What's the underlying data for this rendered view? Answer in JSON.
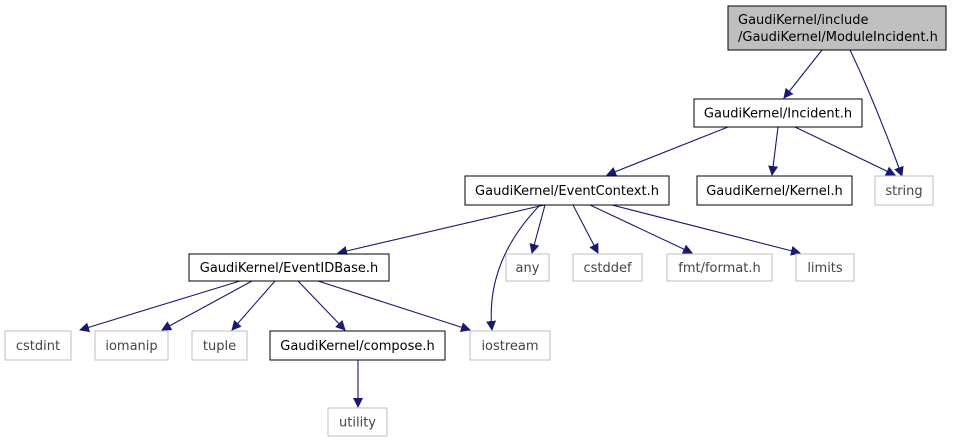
{
  "colors": {
    "edge": "#191970",
    "root_fill": "#bfbfbf",
    "local_border": "#000000",
    "system_border": "#bfbfbf",
    "background": "#ffffff"
  },
  "nodes": [
    {
      "id": "module_incident",
      "lines": [
        "GaudiKernel/include",
        "/GaudiKernel/ModuleIncident.h"
      ],
      "kind": "root"
    },
    {
      "id": "incident_h",
      "lines": [
        "GaudiKernel/Incident.h"
      ],
      "kind": "local"
    },
    {
      "id": "string",
      "lines": [
        "string"
      ],
      "kind": "system"
    },
    {
      "id": "eventcontext_h",
      "lines": [
        "GaudiKernel/EventContext.h"
      ],
      "kind": "local"
    },
    {
      "id": "kernel_h",
      "lines": [
        "GaudiKernel/Kernel.h"
      ],
      "kind": "local"
    },
    {
      "id": "eventidbase_h",
      "lines": [
        "GaudiKernel/EventIDBase.h"
      ],
      "kind": "local"
    },
    {
      "id": "any",
      "lines": [
        "any"
      ],
      "kind": "system"
    },
    {
      "id": "cstddef",
      "lines": [
        "cstddef"
      ],
      "kind": "system"
    },
    {
      "id": "fmt_format",
      "lines": [
        "fmt/format.h"
      ],
      "kind": "system"
    },
    {
      "id": "limits",
      "lines": [
        "limits"
      ],
      "kind": "system"
    },
    {
      "id": "cstdint",
      "lines": [
        "cstdint"
      ],
      "kind": "system"
    },
    {
      "id": "iomanip",
      "lines": [
        "iomanip"
      ],
      "kind": "system"
    },
    {
      "id": "tuple",
      "lines": [
        "tuple"
      ],
      "kind": "system"
    },
    {
      "id": "compose_h",
      "lines": [
        "GaudiKernel/compose.h"
      ],
      "kind": "local"
    },
    {
      "id": "iostream",
      "lines": [
        "iostream"
      ],
      "kind": "system"
    },
    {
      "id": "utility",
      "lines": [
        "utility"
      ],
      "kind": "system"
    }
  ],
  "edges": [
    {
      "from": "module_incident",
      "to": "incident_h"
    },
    {
      "from": "module_incident",
      "to": "string"
    },
    {
      "from": "incident_h",
      "to": "eventcontext_h"
    },
    {
      "from": "incident_h",
      "to": "kernel_h"
    },
    {
      "from": "incident_h",
      "to": "string"
    },
    {
      "from": "eventcontext_h",
      "to": "eventidbase_h"
    },
    {
      "from": "eventcontext_h",
      "to": "iostream"
    },
    {
      "from": "eventcontext_h",
      "to": "any"
    },
    {
      "from": "eventcontext_h",
      "to": "cstddef"
    },
    {
      "from": "eventcontext_h",
      "to": "fmt_format"
    },
    {
      "from": "eventcontext_h",
      "to": "limits"
    },
    {
      "from": "eventidbase_h",
      "to": "cstdint"
    },
    {
      "from": "eventidbase_h",
      "to": "iomanip"
    },
    {
      "from": "eventidbase_h",
      "to": "tuple"
    },
    {
      "from": "eventidbase_h",
      "to": "compose_h"
    },
    {
      "from": "eventidbase_h",
      "to": "iostream"
    },
    {
      "from": "compose_h",
      "to": "utility"
    }
  ]
}
